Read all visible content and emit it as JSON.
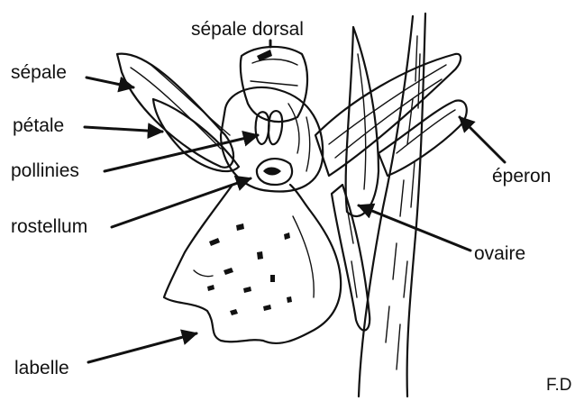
{
  "labels": {
    "sepale_dorsal": "sépale dorsal",
    "sepale": "sépale",
    "petale": "pétale",
    "pollinies": "pollinies",
    "rostellum": "rostellum",
    "labelle": "labelle",
    "eperon": "éperon",
    "ovaire": "ovaire"
  },
  "credit": "F.D"
}
